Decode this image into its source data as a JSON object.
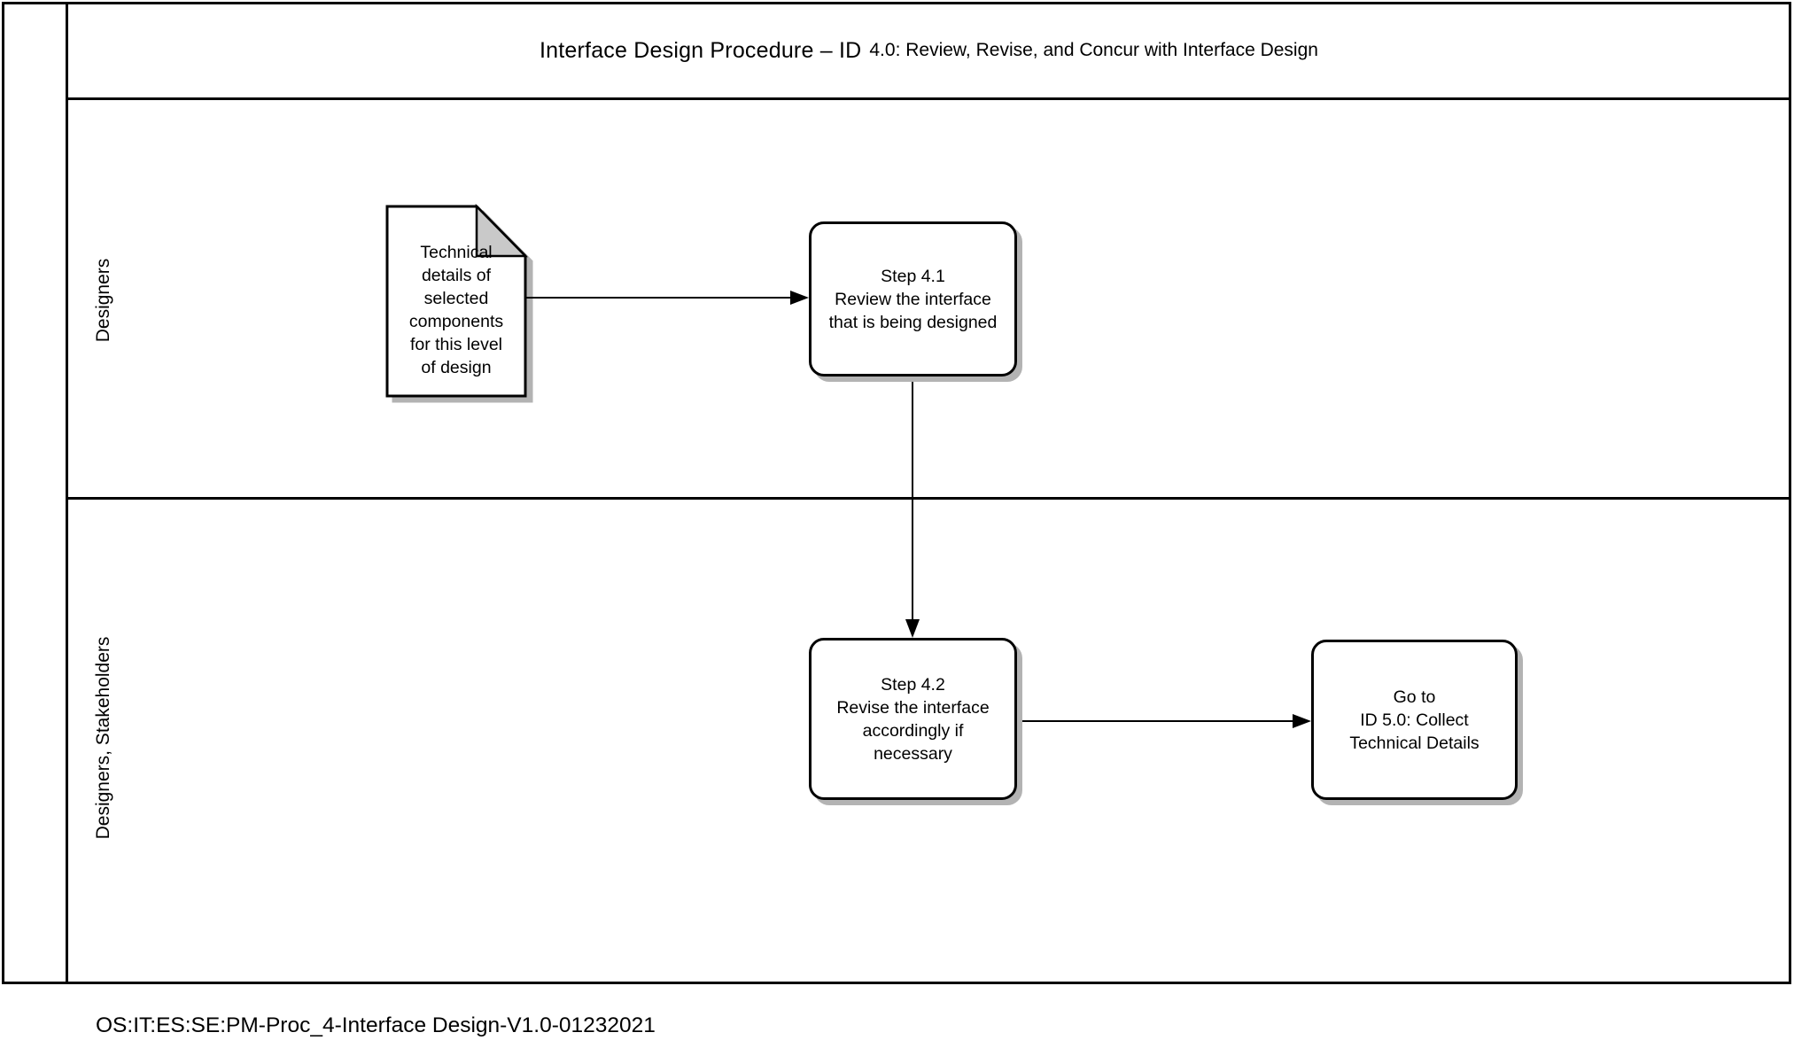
{
  "title": {
    "main": "Interface Design Procedure – ID",
    "sub": "4.0: Review, Revise, and Concur with Interface Design"
  },
  "lanes": [
    {
      "label": "Designers"
    },
    {
      "label": "Designers, Stakeholders"
    }
  ],
  "nodes": {
    "document": {
      "type": "document",
      "label": "Technical\ndetails of\nselected\ncomponents\nfor this level\nof design"
    },
    "step41": {
      "type": "process",
      "label": "Step 4.1\nReview the interface\nthat is being designed"
    },
    "step42": {
      "type": "process",
      "label": "Step 4.2\nRevise the interface\naccordingly if\nnecessary"
    },
    "goto50": {
      "type": "process",
      "label": "Go to\nID 5.0: Collect\nTechnical Details"
    }
  },
  "edges": [
    {
      "from": "technical-details-document",
      "to": "step-4-1"
    },
    {
      "from": "step-4-1",
      "to": "step-4-2"
    },
    {
      "from": "step-4-2",
      "to": "goto-id-5-0"
    }
  ],
  "footer": "OS:IT:ES:SE:PM-Proc_4-Interface Design-V1.0-01232021",
  "colors": {
    "line": "#000000",
    "shadow": "#b3b3b3",
    "fold": "#c9c9c9",
    "background": "#ffffff"
  }
}
